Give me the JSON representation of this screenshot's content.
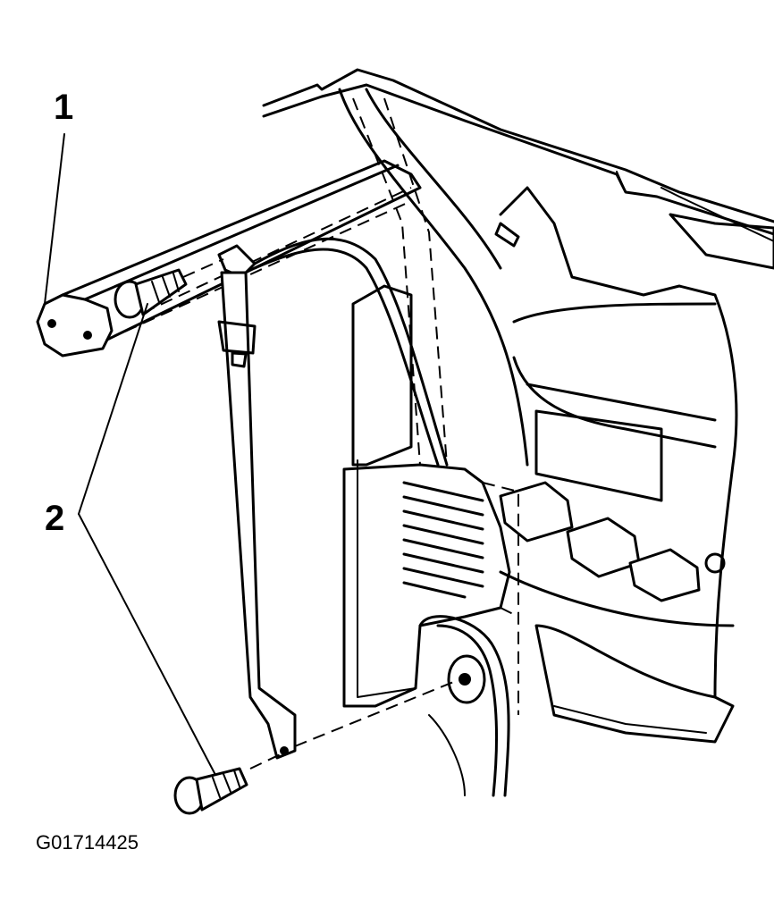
{
  "callouts": {
    "one": "1",
    "two": "2"
  },
  "figure_id": "G01714425"
}
